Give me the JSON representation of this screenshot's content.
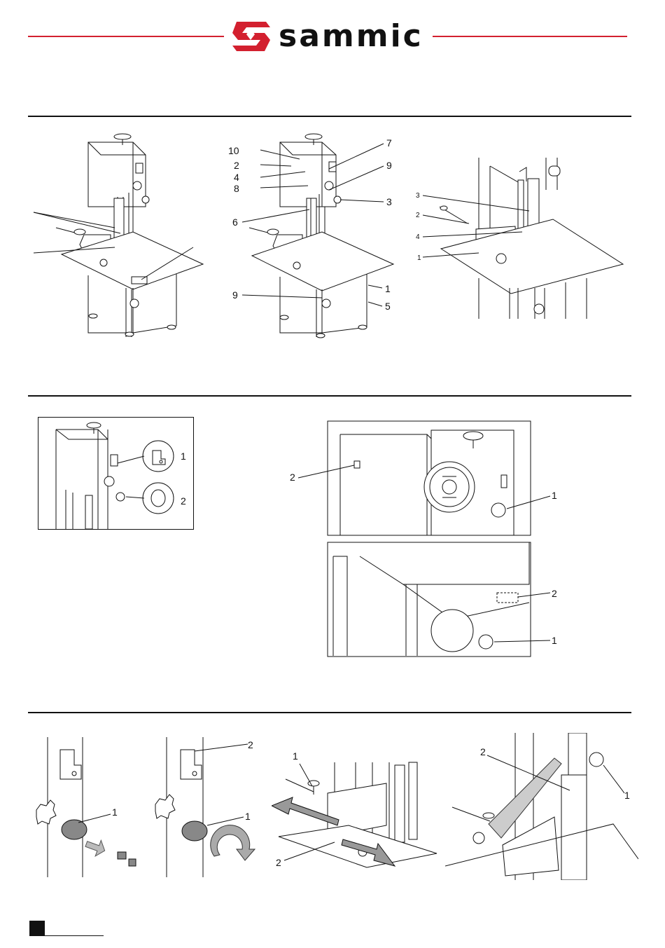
{
  "header": {
    "brand": "sammic",
    "brand_color": "#d3202f"
  },
  "figure_a": {
    "callouts": [
      "10",
      "2",
      "4",
      "8",
      "7",
      "9",
      "3",
      "6",
      "9",
      "1",
      "5"
    ]
  },
  "figure_b": {
    "callouts": [
      "3",
      "2",
      "4",
      "1"
    ]
  },
  "figure_c": {
    "callouts": [
      "1",
      "2"
    ]
  },
  "figure_d": {
    "callouts": [
      "2",
      "1",
      "2",
      "1"
    ]
  },
  "figure_e": {
    "callouts": [
      "1",
      "2",
      "1",
      "1",
      "2",
      "2",
      "1"
    ]
  },
  "icons": [
    "sammic-logo-icon",
    "band-saw-drawing",
    "key-switch-icon",
    "rotate-arrow-icon"
  ]
}
